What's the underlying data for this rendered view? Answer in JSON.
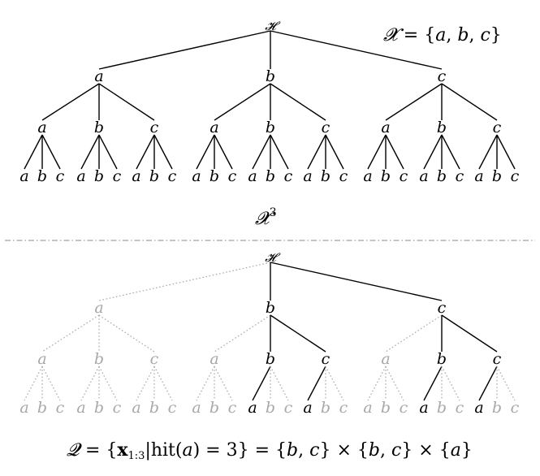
{
  "alphabet": [
    "a",
    "b",
    "c"
  ],
  "root_symbol": "𝓗",
  "top_set": {
    "lhs": "𝓧",
    "eq": "=",
    "open": "{",
    "items": [
      "a",
      "b",
      "c"
    ],
    "close": "}"
  },
  "middle_label": {
    "base": "𝓧",
    "exp": "3"
  },
  "query_caption": {
    "q": "𝓠",
    "eq1": "= {",
    "x": "x",
    "sub": "1:3",
    "bar": "|hit(",
    "arg": "a",
    "rest": ") = 3} = {",
    "s1a": "b",
    "s1b": "c",
    "times1": "} × {",
    "s2a": "b",
    "s2b": "c",
    "times2": "} × {",
    "s3": "a",
    "close": "}",
    "comma": ", "
  },
  "query": {
    "level1": [
      "b",
      "c"
    ],
    "level2": [
      "b",
      "c"
    ],
    "level3": [
      "a"
    ]
  },
  "colors": {
    "active": "#000000",
    "inactive": "#a8a8a8",
    "separator": "#888888"
  }
}
